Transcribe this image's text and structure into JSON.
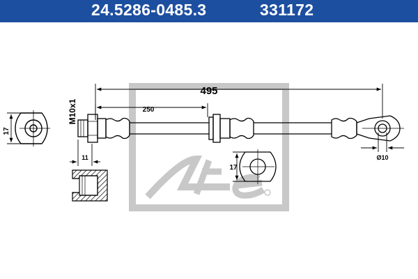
{
  "header": {
    "part_number": "24.5286-0485.3",
    "ref_number": "331172",
    "background_color": "#1d4fa0",
    "text_color": "#ffffff"
  },
  "dimensions": {
    "total_length": "495",
    "partial_length": "250",
    "thread": "M10x1",
    "end_height_left": "17",
    "end_height_right": "17",
    "fitting_width": "11",
    "eye_diameter": "Ø10"
  },
  "watermark": {
    "brand": "Ate",
    "color": "#c8c8c8"
  }
}
